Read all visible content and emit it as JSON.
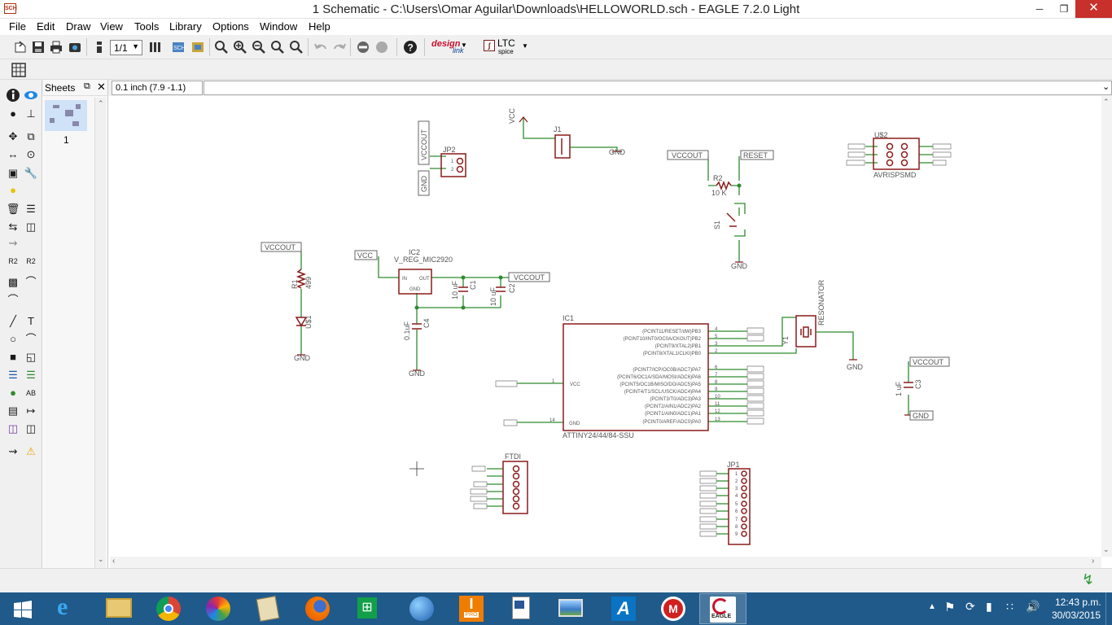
{
  "window": {
    "title": "1 Schematic - C:\\Users\\Omar Aguilar\\Downloads\\HELLOWORLD.sch - EAGLE 7.2.0 Light",
    "app_icon": "SCH",
    "minimize": "─",
    "maximize": "❐",
    "close": "✕"
  },
  "menu": [
    "File",
    "Edit",
    "Draw",
    "View",
    "Tools",
    "Library",
    "Options",
    "Window",
    "Help"
  ],
  "toolbar": {
    "sheet_select": "1/1",
    "designlink_label": "design",
    "designlink_sub": "link",
    "ltc_label": "LTC",
    "ltc_sub": "spice"
  },
  "sheets_panel": {
    "title": "Sheets",
    "sheet_number": "1"
  },
  "command_line": {
    "coordinates": "0.1 inch (7.9 -1.1)",
    "value": ""
  },
  "schematic": {
    "labels": {
      "vcc": "VCC",
      "vccout": "VCCOUT",
      "gnd": "GND",
      "reset": "RESET"
    },
    "parts": {
      "j1": "J1",
      "jp2": "JP2",
      "jp1": "JP1",
      "r2": "R2",
      "r2_value": "10 K",
      "s1": "S1",
      "usb2": "U$2",
      "avrisp": "AVRISPSMD",
      "r1": "R1",
      "r1_value": "499",
      "led": "U$1",
      "ic2": "IC2",
      "ic2_value": "V_REG_MIC2920",
      "ic2_in": "IN",
      "ic2_out": "OUT",
      "ic2_gnd": "GND",
      "c1": "C1",
      "c1_value": "10 uF",
      "c2": "C2",
      "c2_value": "10 uF",
      "c4": "C4",
      "c4_value": "0.1uF",
      "c3": "C3",
      "c3_value": "1 uF",
      "ic1": "IC1",
      "ic1_value": "ATTINY24/44/84-SSU",
      "ic1_vcc": "VCC",
      "ic1_gnd": "GND",
      "y1": "Y1",
      "resonator": "RESONATOR",
      "ftdi": "FTDI"
    },
    "ic1_pins": [
      {
        "name": "(PCINT11/RESET/dW)PB3",
        "num": "4"
      },
      {
        "name": "(PCINT10/INT0/OC0A/CKOUT)PB2",
        "num": "5"
      },
      {
        "name": "(PCINT9/XTAL2)PB1",
        "num": "3"
      },
      {
        "name": "(PCINT8/XTAL1/CLKI)PB0",
        "num": "2"
      },
      {
        "name": "(PCINT7/ICP/OC0B/ADC7)PA7",
        "num": "6"
      },
      {
        "name": "(PCINT6/OC1A/SDA/MOSI/ADC6)PA6",
        "num": "7"
      },
      {
        "name": "(PCINT5/OC1B/MISO/DO/ADC5)PA5",
        "num": "8"
      },
      {
        "name": "(PCINT4/T1/SCL/USCK/ADC4)PA4",
        "num": "9"
      },
      {
        "name": "(PCINT3/T0/ADC3)PA3",
        "num": "10"
      },
      {
        "name": "(PCINT2/AIN1/ADC2)PA2",
        "num": "11"
      },
      {
        "name": "(PCINT1/AIN0/ADC1)PA1",
        "num": "12"
      },
      {
        "name": "(PCINT0/AREF/ADC0)PA0",
        "num": "13"
      }
    ],
    "ic1_pin_vcc": "1",
    "ic1_pin_gnd": "14",
    "jp1_pins": [
      "1",
      "2",
      "3",
      "4",
      "5",
      "6",
      "7",
      "8",
      "9"
    ],
    "jp2_pins": [
      "1",
      "2"
    ]
  },
  "taskbar": {
    "time": "12:43 p.m.",
    "date": "30/03/2015",
    "apps": [
      "explorer",
      "internet-explorer",
      "file-manager",
      "chrome",
      "picasa",
      "notepad",
      "firefox",
      "store",
      "globe",
      "illustrator",
      "word",
      "photos",
      "autodesk",
      "makerbot",
      "eagle"
    ],
    "eagle_label": "EAGLE",
    "illustrator_label": "I",
    "illustrator_sub": "PRO"
  },
  "colors": {
    "wire": "#2e8b2e",
    "symbol": "#8b1a1a",
    "text": "#555555",
    "taskbar": "#1f5a8a"
  }
}
